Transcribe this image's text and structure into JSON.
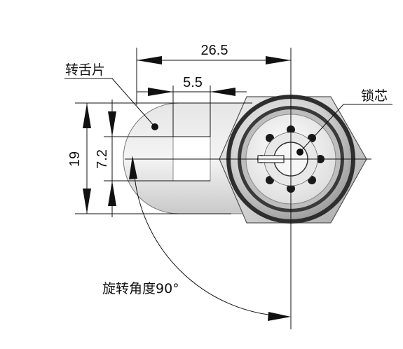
{
  "dimensions": {
    "overall_width": "26.5",
    "hole_width": "5.5",
    "tongue_height": "19",
    "hole_height": "7.2"
  },
  "labels": {
    "cam_tongue": "转舌片",
    "lock_core": "锁芯",
    "rotation_angle": "旋转角度90°"
  },
  "colors": {
    "line": "#111111",
    "metal_light": "#eeeeee",
    "metal_mid": "#c8c8c8",
    "metal_dark": "#3a3a3a"
  }
}
